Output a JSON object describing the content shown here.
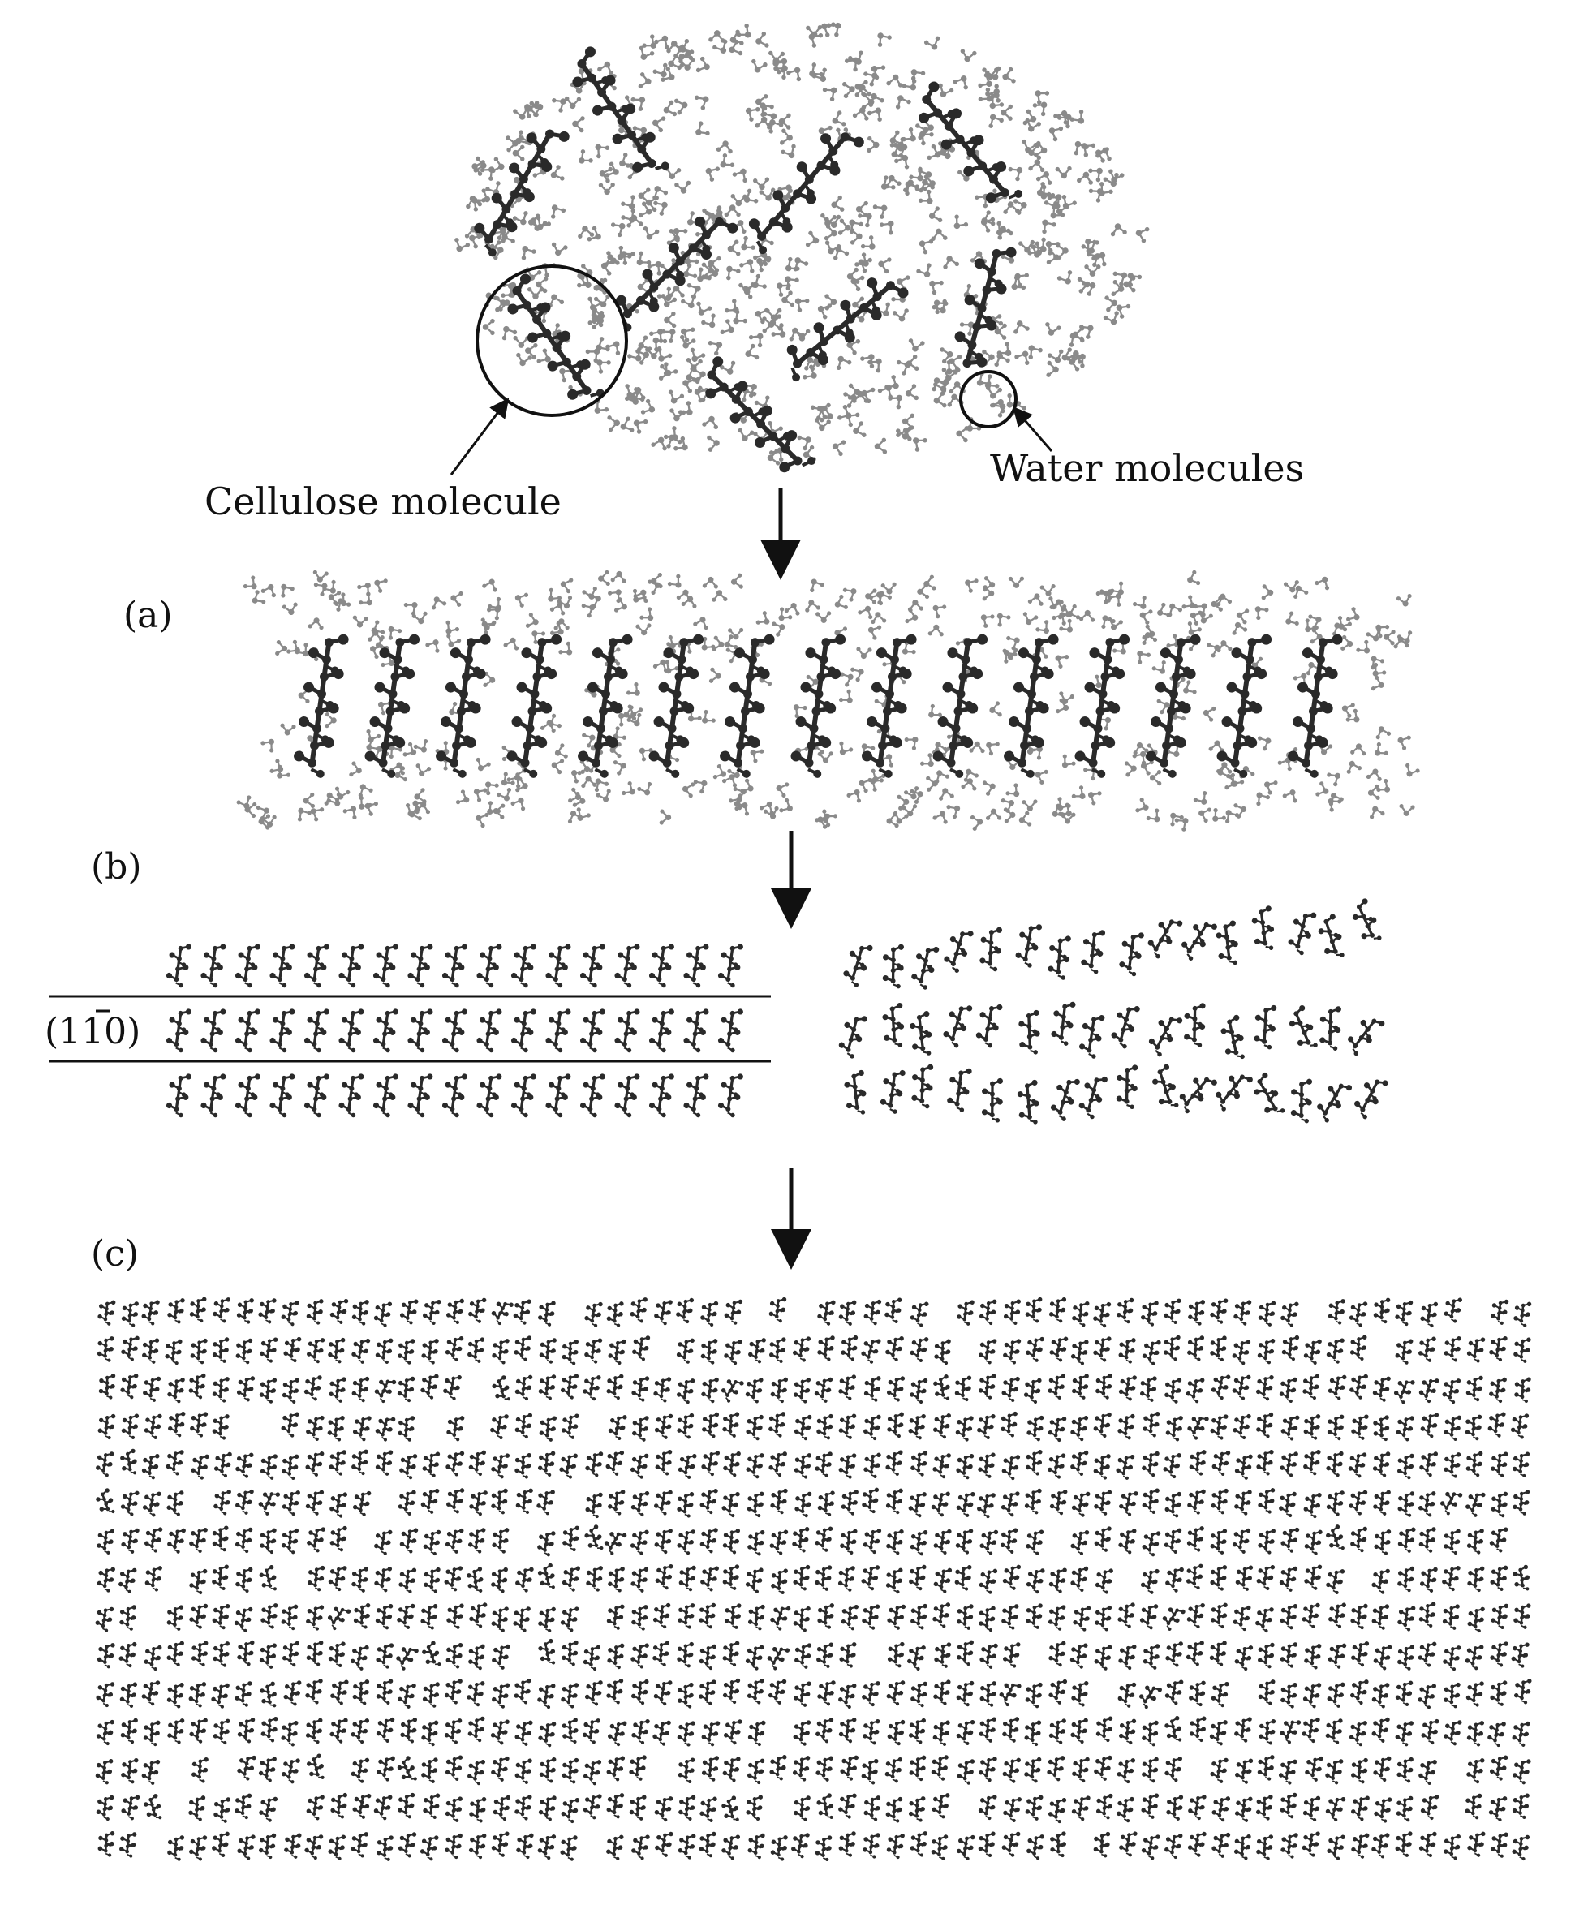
{
  "figure": {
    "labels": {
      "cellulose_molecule": "Cellulose molecule",
      "water_molecules": "Water molecules",
      "panel_a": "(a)",
      "panel_b": "(b)",
      "panel_c": "(c)",
      "plane_index": "(1",
      "plane_bar_digit": "1",
      "plane_tail": "0)"
    },
    "colors": {
      "cellulose": "#2a2a2a",
      "water": "#8a8a8a",
      "lines": "#111111",
      "background": "#ffffff"
    },
    "icons": {
      "cellulose_molecule": "ball-and-stick-chain",
      "water_molecule": "bent-triatomic",
      "step_arrow": "arrow-down"
    }
  }
}
